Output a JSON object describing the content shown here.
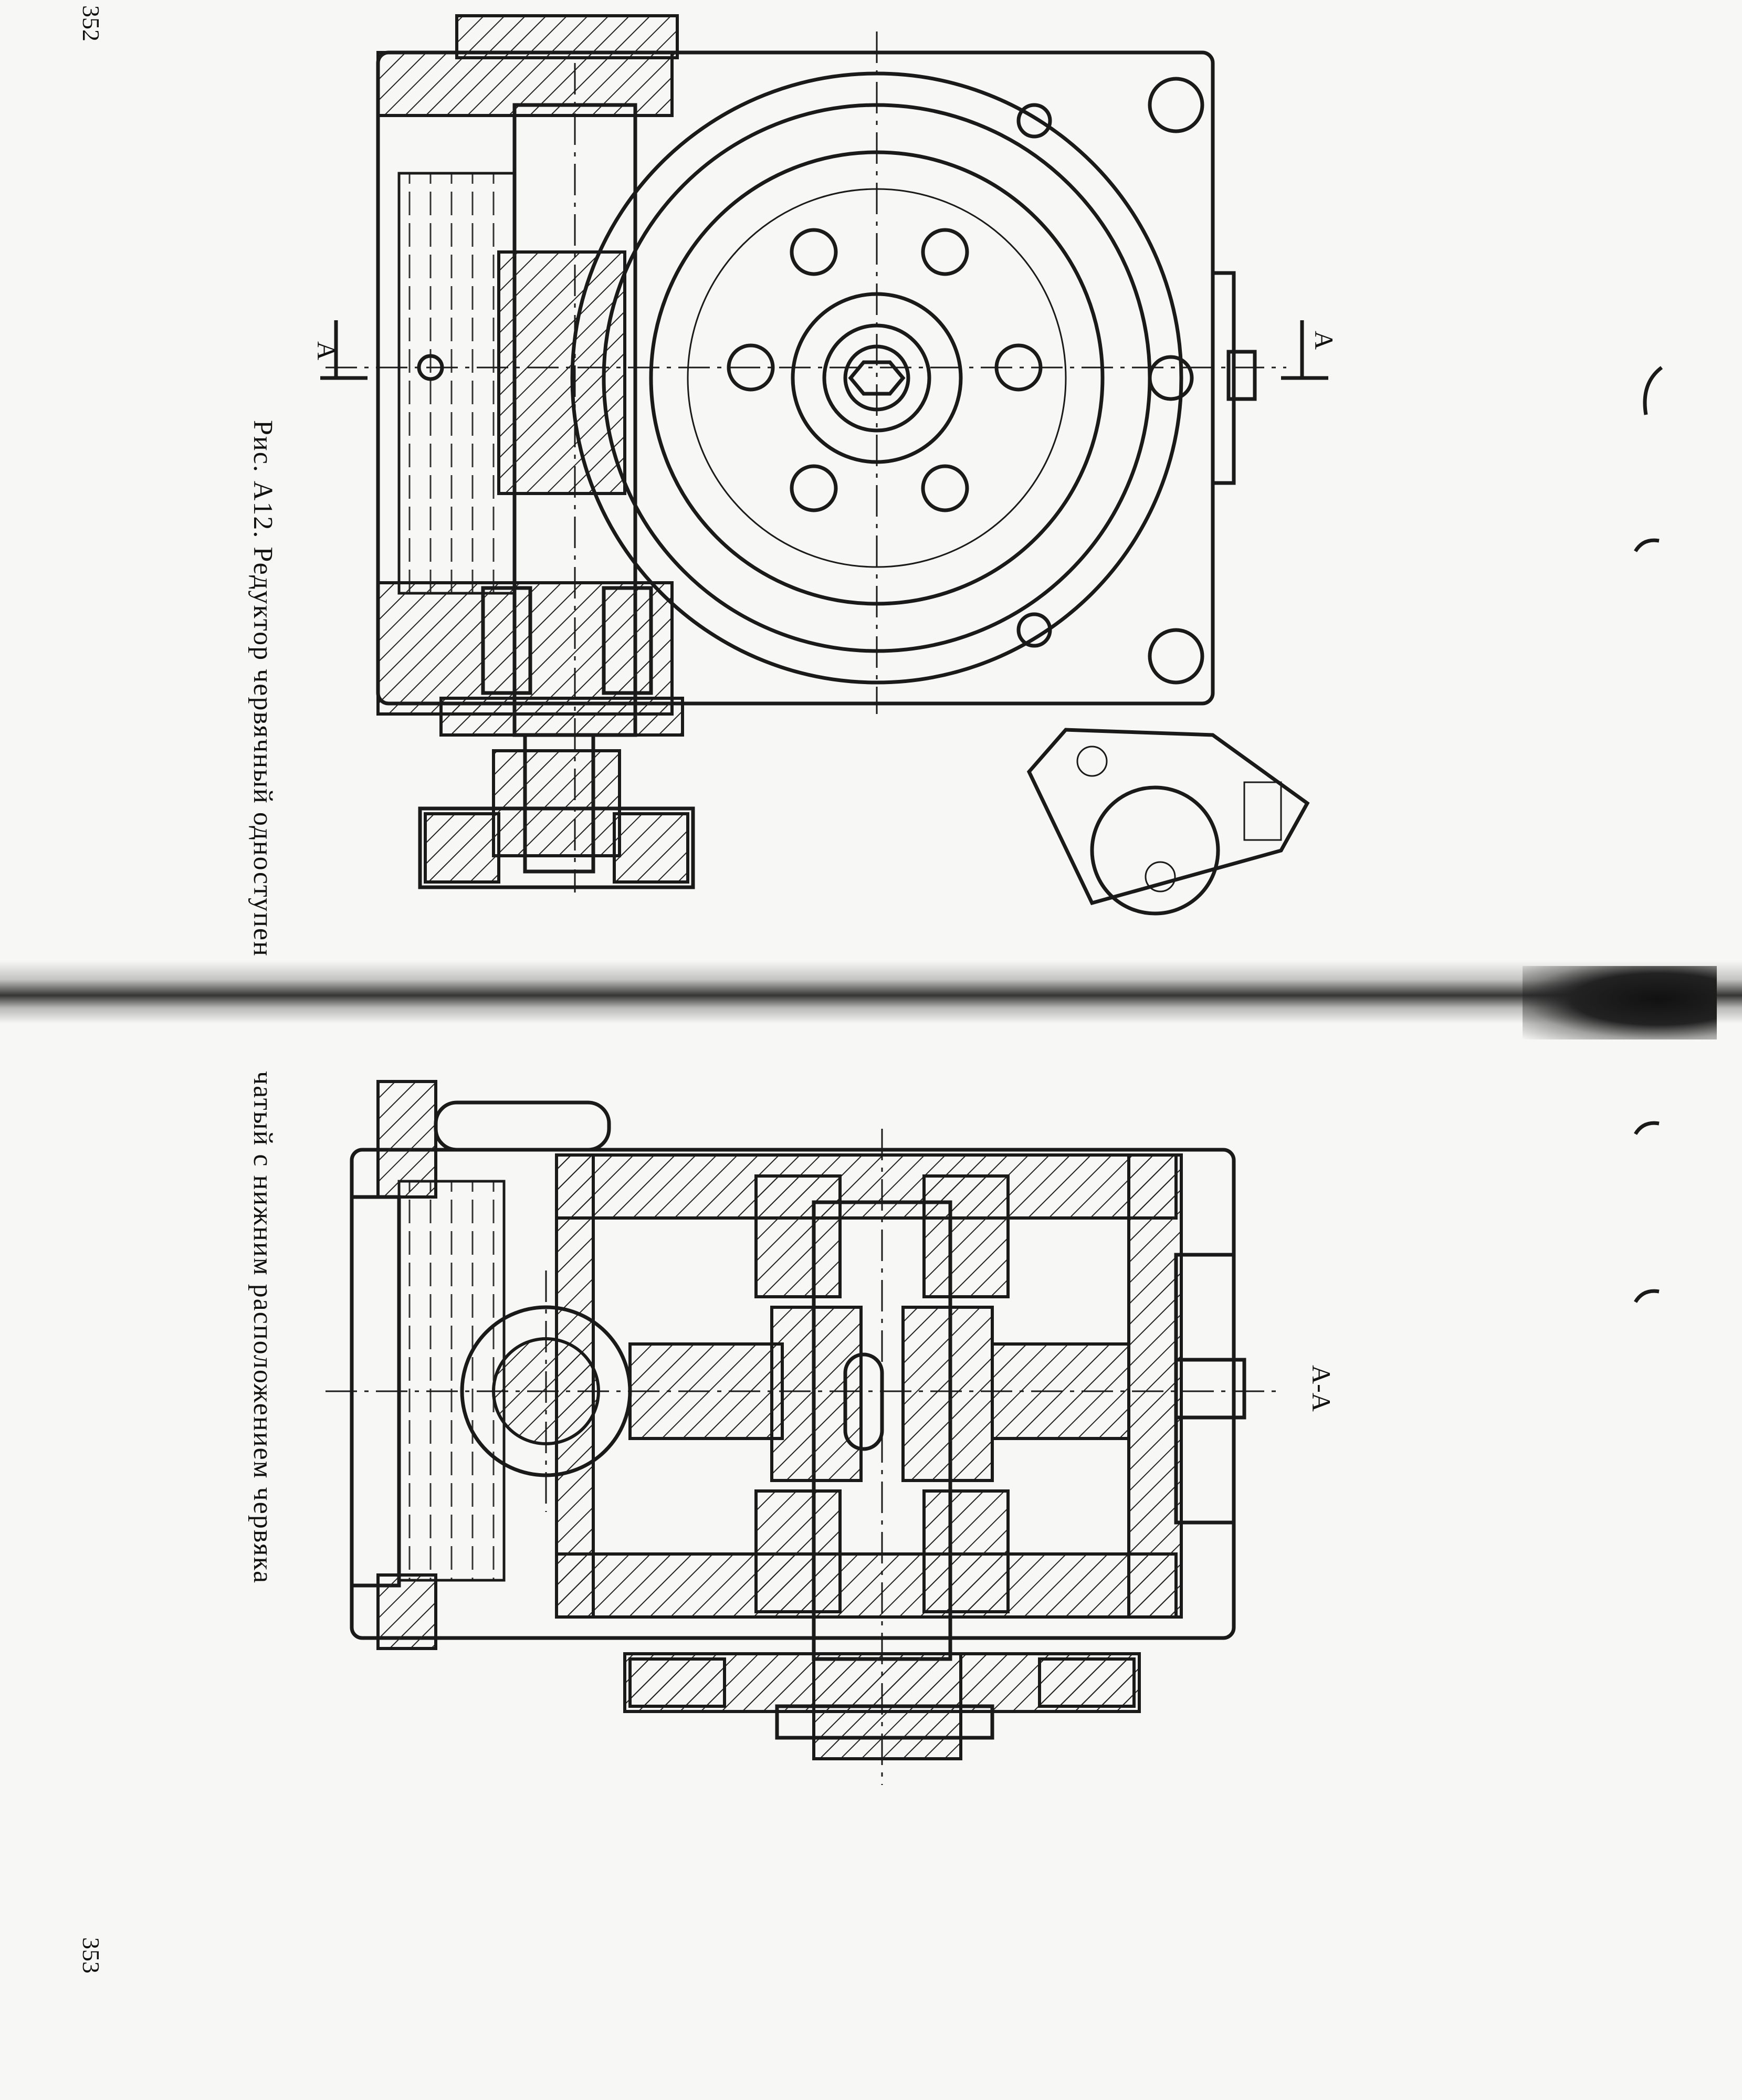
{
  "page": {
    "left_page_number": "352",
    "right_page_number": "353",
    "caption_part1": "Рис. А12. Редуктор червячный одноступен",
    "caption_part2": "чатый с нижним расположением червяка",
    "section_mark_left": "A",
    "section_mark_right": "A",
    "section_view_title": "A-A"
  }
}
